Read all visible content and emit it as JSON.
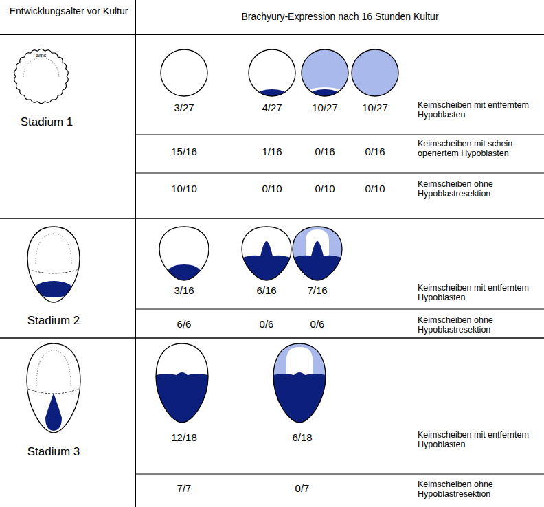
{
  "diagram": {
    "labels": [
      "Entwicklungsalter vor Kultur",
      "Brachyury-Expression nach 16 Stunden Kultur",
      "amc",
      "Stadium 1",
      "3/27",
      "4/27",
      "10/27",
      "10/27",
      "Keimscheiben mit entferntem Hypoblasten",
      "15/16",
      "1/16",
      "0/16",
      "0/16",
      "Keimscheiben mit schein-operiertem Hypoblasten",
      "10/10",
      "0/10",
      "0/10",
      "0/10",
      "Keimscheiben ohne Hypoblastresektion",
      "Stadium 2",
      "3/16",
      "6/16",
      "7/16",
      "Keimscheiben mit entferntem Hypoblasten",
      "6/6",
      "0/6",
      "0/6",
      "Keimscheiben ohne Hypoblastresektion",
      "Stadium 3",
      "12/18",
      "6/18",
      "Keimscheiben mit entferntem Hypoblasten",
      "7/7",
      "0/7",
      "Keimscheiben ohne Hypoblastresektion"
    ]
  }
}
